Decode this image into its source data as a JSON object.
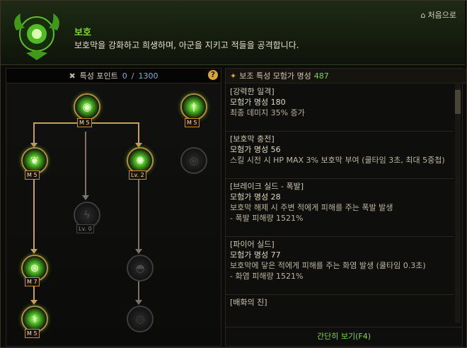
{
  "header": {
    "home_label": "처음으로",
    "title": "보호",
    "description": "보호막을 강화하고 희생하며, 아군을 지키고 적들을 공격합니다."
  },
  "points": {
    "label": "특성 포인트",
    "current": "0",
    "max": "1300"
  },
  "nodes": [
    {
      "id": "n1",
      "badge": "M 5",
      "state": "active"
    },
    {
      "id": "n2",
      "badge": "M 5",
      "state": "active"
    },
    {
      "id": "n3",
      "badge": "M 5",
      "state": "active"
    },
    {
      "id": "n4",
      "badge": "Lv. 2",
      "state": "active"
    },
    {
      "id": "n5",
      "badge": "",
      "state": "locked"
    },
    {
      "id": "n6",
      "badge": "Lv. 0",
      "state": "locked"
    },
    {
      "id": "n7",
      "badge": "M 7",
      "state": "active"
    },
    {
      "id": "n8",
      "badge": "",
      "state": "locked"
    },
    {
      "id": "n9",
      "badge": "M 5",
      "state": "active"
    },
    {
      "id": "n10",
      "badge": "",
      "state": "locked"
    }
  ],
  "right": {
    "header_label": "보조 특성 모험가 명성",
    "header_value": "487",
    "entries": [
      {
        "name": "[강력한 일격]",
        "req": "모험가 명성 180",
        "desc": "최종 데미지 35% 증가",
        "desc2": ""
      },
      {
        "name": "[보호막 충전]",
        "req": "모험가 명성 56",
        "desc": "스킬 시전 시 HP MAX 3% 보호막 부여 (쿨타임 3초, 최대 5중첩)",
        "desc2": ""
      },
      {
        "name": "[브레이크 실드 - 폭발]",
        "req": "모험가 명성 28",
        "desc": "보호막 해제 시 주변 적에게 피해를 주는 폭발 발생",
        "desc2": "- 폭발 피해량 1521%"
      },
      {
        "name": "[파이어 실드]",
        "req": "모험가 명성 77",
        "desc": "보호막에 닿은 적에게 피해를 주는 화염 발생 (쿨타임 0.3초)",
        "desc2": "- 화염 피해량 1521%"
      },
      {
        "name": "[배화의 진]",
        "req": "",
        "desc": "",
        "desc2": ""
      }
    ],
    "brief_label": "간단히 보기(F4)"
  }
}
